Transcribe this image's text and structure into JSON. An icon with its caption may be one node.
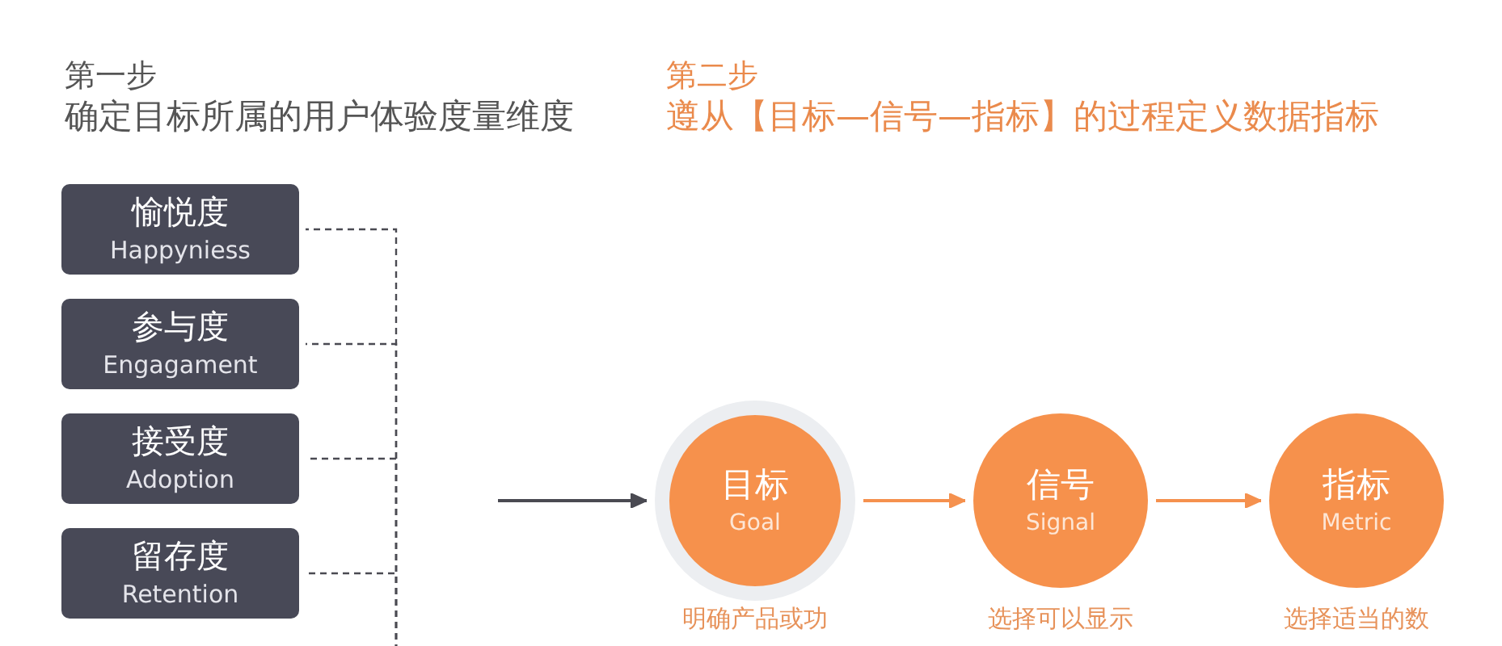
{
  "diagram": {
    "nodes": [
      {
        "text": [
          "愉悦度",
          "Happyniess"
        ]
      },
      {
        "text": [
          "参与度",
          "Engagament"
        ]
      },
      {
        "text": [
          "接受度",
          "Adoption"
        ]
      },
      {
        "text": [
          "留存度",
          "Retention"
        ]
      },
      {
        "text": [
          "目标",
          "Goal"
        ],
        "beside": [
          "明确产品或功"
        ]
      },
      {
        "text": [
          "信号",
          "Signal"
        ],
        "beside": [
          "选择可以显示"
        ]
      },
      {
        "text": [
          "指标",
          "Metric"
        ],
        "beside": [
          "选择适当的数"
        ]
      }
    ],
    "edges": [
      {
        "from": 0,
        "to": null,
        "arrow": "none",
        "style": "dashed"
      },
      {
        "from": 1,
        "to": null,
        "arrow": "none",
        "style": "dashed"
      },
      {
        "from": 2,
        "to": null,
        "arrow": "none",
        "style": "dashed"
      },
      {
        "from": 3,
        "to": null,
        "arrow": "none",
        "style": "dashed"
      },
      {
        "from": null,
        "to": 4,
        "arrow": "to"
      },
      {
        "from": 4,
        "to": 5,
        "arrow": "to",
        "color": "#f5914e"
      },
      {
        "from": 5,
        "to": 6,
        "arrow": "to",
        "color": "#f5914e"
      }
    ],
    "labels": [
      "第一步",
      "确定目标所属的用户体验度量维度",
      "第二步",
      "遵从【目标—信号—指标】的过程定义数据指标"
    ]
  }
}
